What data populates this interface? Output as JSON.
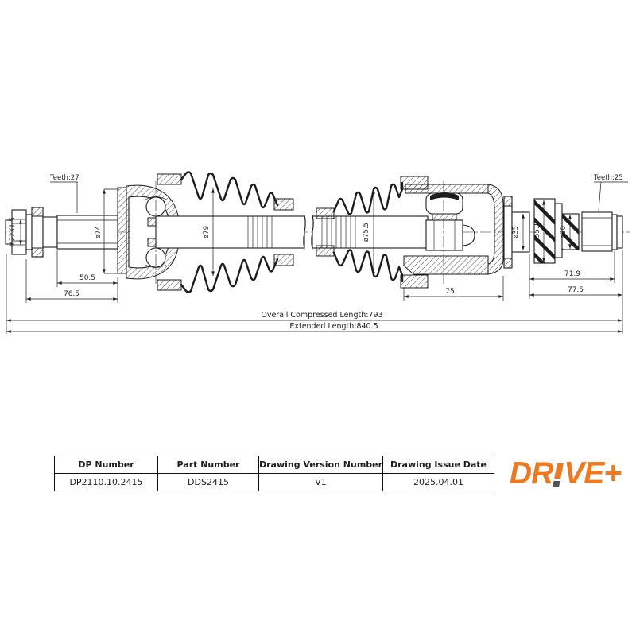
{
  "drawing": {
    "line_color": "#1d1d1d",
    "labels": {
      "teeth_left": "Teeth:27",
      "teeth_right": "Teeth:25",
      "thread": "M22X1.5",
      "dia_outer_joint": "ø74",
      "dia_boot_left": "ø79",
      "dia_boot_right": "ø75.5",
      "dia_flange": "ø35",
      "dia_damper": "ø55.1",
      "dia_shaft_right": "ø30"
    },
    "dims": {
      "left_spline": "50.5",
      "left_total": "76.5",
      "inner_joint": "75",
      "right_spline": "71.9",
      "right_total": "77.5",
      "overall": "Overall Compressed Length:793",
      "extended": "Extended Length:840.5"
    }
  },
  "table": {
    "headers": [
      "DP Number",
      "Part Number",
      "Drawing Version Number",
      "Drawing Issue Date"
    ],
    "row": [
      "DP2110.10.2415",
      "DDS2415",
      "V1",
      "2025.04.01"
    ]
  },
  "logo": {
    "prefix": "DR",
    "mark": "!",
    "suffix": "VE+",
    "color": "#F0791F",
    "dot_color": "#515256"
  }
}
